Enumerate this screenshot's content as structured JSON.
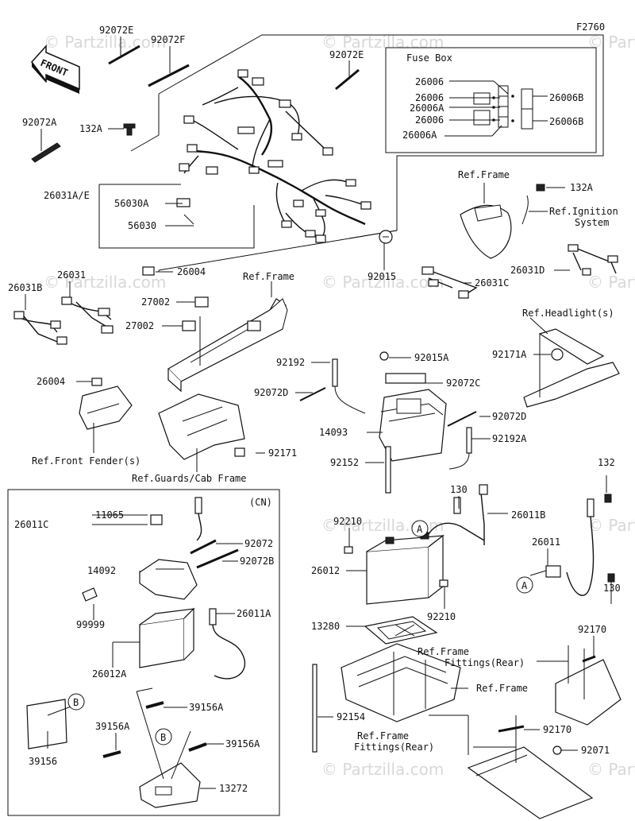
{
  "figure_code": "F2760",
  "front_label": "FRONT",
  "watermark": "© Partzilla.com",
  "fuse_box": {
    "title": "Fuse Box",
    "left_labels": [
      "26006",
      "26006",
      "26006A",
      "26006",
      "26006A"
    ],
    "right_labels": [
      "26006B",
      "26006B"
    ]
  },
  "labels": {
    "l92072E_a": "92072E",
    "l92072F": "92072F",
    "l92072E_b": "92072E",
    "l92072A": "92072A",
    "l132A_a": "132A",
    "l26031AE": "26031A/E",
    "l56030A": "56030A",
    "l56030": "56030",
    "l26004_a": "26004",
    "l92015": "92015",
    "l132A_b": "132A",
    "l26031D": "26031D",
    "l26031C": "26031C",
    "l26031B": "26031B",
    "l26031": "26031",
    "l27002_a": "27002",
    "l27002_b": "27002",
    "l26004_b": "26004",
    "l92192": "92192",
    "l92015A": "92015A",
    "l92072C": "92072C",
    "l92072D_a": "92072D",
    "l92072D_b": "92072D",
    "l14093": "14093",
    "l92192A": "92192A",
    "l92152": "92152",
    "l92171A": "92171A",
    "l92171": "92171",
    "l132": "132",
    "l130_a": "130",
    "l26011B": "26011B",
    "l92210_a": "92210",
    "l26012": "26012",
    "l92210_b": "92210",
    "l26011": "26011",
    "l130_b": "130",
    "l13280": "13280",
    "l92170_a": "92170",
    "l92154": "92154",
    "l92170_b": "92170",
    "l92071": "92071",
    "l11065": "11065",
    "l26011C": "26011C",
    "l92072": "92072",
    "l14092": "14092",
    "l92072B": "92072B",
    "l99999": "99999",
    "l26011A": "26011A",
    "l26012A": "26012A",
    "l39156A_a": "39156A",
    "l39156A_b": "39156A",
    "l39156A_c": "39156A",
    "l39156": "39156",
    "l13272": "13272",
    "cn": "(CN)"
  },
  "refs": {
    "frame_a": "Ref.Frame",
    "ignition_1": "Ref.Ignition",
    "ignition_2": "System",
    "frame_b": "Ref.Frame",
    "headlights": "Ref.Headlight(s)",
    "front_fender": "Ref.Front Fender(s)",
    "guards": "Ref.Guards/Cab Frame",
    "frame_fit_1a": "Ref.Frame",
    "frame_fit_1b": "Fittings(Rear)",
    "frame_c": "Ref.Frame",
    "frame_fit_2a": "Ref.Frame",
    "frame_fit_2b": "Fittings(Rear)"
  },
  "callouts": {
    "A": "A",
    "B": "B"
  }
}
